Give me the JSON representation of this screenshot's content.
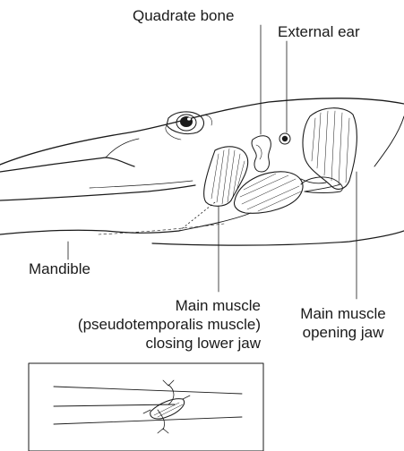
{
  "labels": {
    "quadrate_bone": "Quadrate bone",
    "external_ear": "External ear",
    "mandible": "Mandible",
    "pseudotemporalis": [
      "Main muscle",
      "(pseudotemporalis muscle)",
      "closing lower jaw"
    ],
    "opening_muscle": [
      "Main muscle",
      "opening jaw"
    ]
  },
  "colors": {
    "ink": "#1a1a1a",
    "background": "#ffffff"
  }
}
